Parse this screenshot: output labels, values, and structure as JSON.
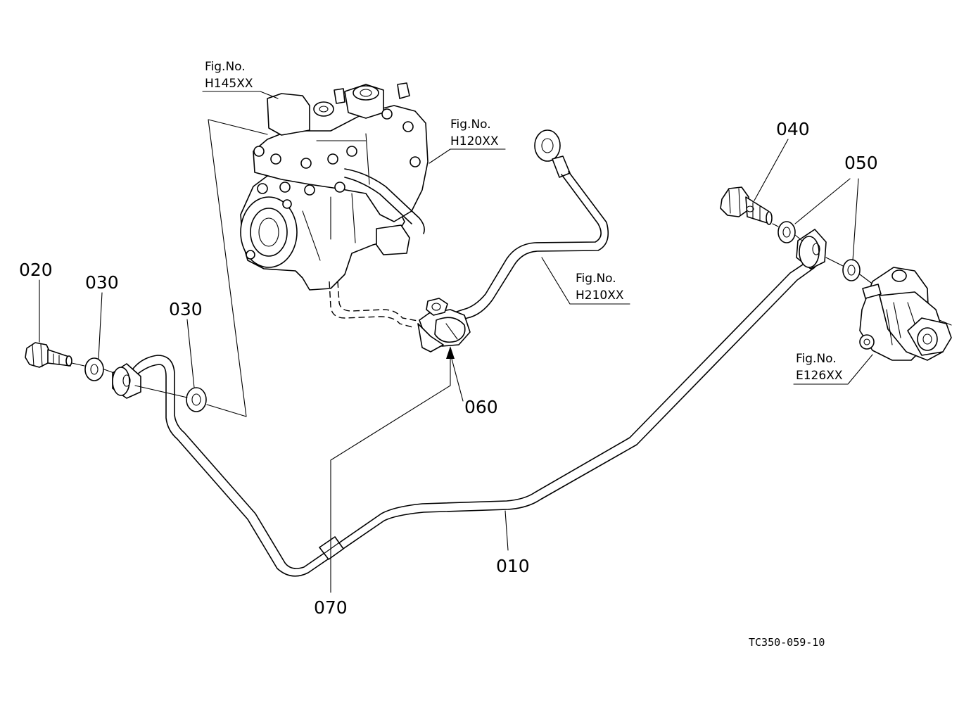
{
  "part_labels": {
    "p010": "010",
    "p020": "020",
    "p030a": "030",
    "p030b": "030",
    "p040": "040",
    "p050": "050",
    "p060": "060",
    "p070": "070"
  },
  "figure_refs": {
    "h145": {
      "line1": "Fig.No.",
      "line2": "H145XX"
    },
    "h120": {
      "line1": "Fig.No.",
      "line2": "H120XX"
    },
    "h210": {
      "line1": "Fig.No.",
      "line2": "H210XX"
    },
    "e126": {
      "line1": "Fig.No.",
      "line2": "E126XX"
    }
  },
  "drawing_code": "TC350-059-10"
}
